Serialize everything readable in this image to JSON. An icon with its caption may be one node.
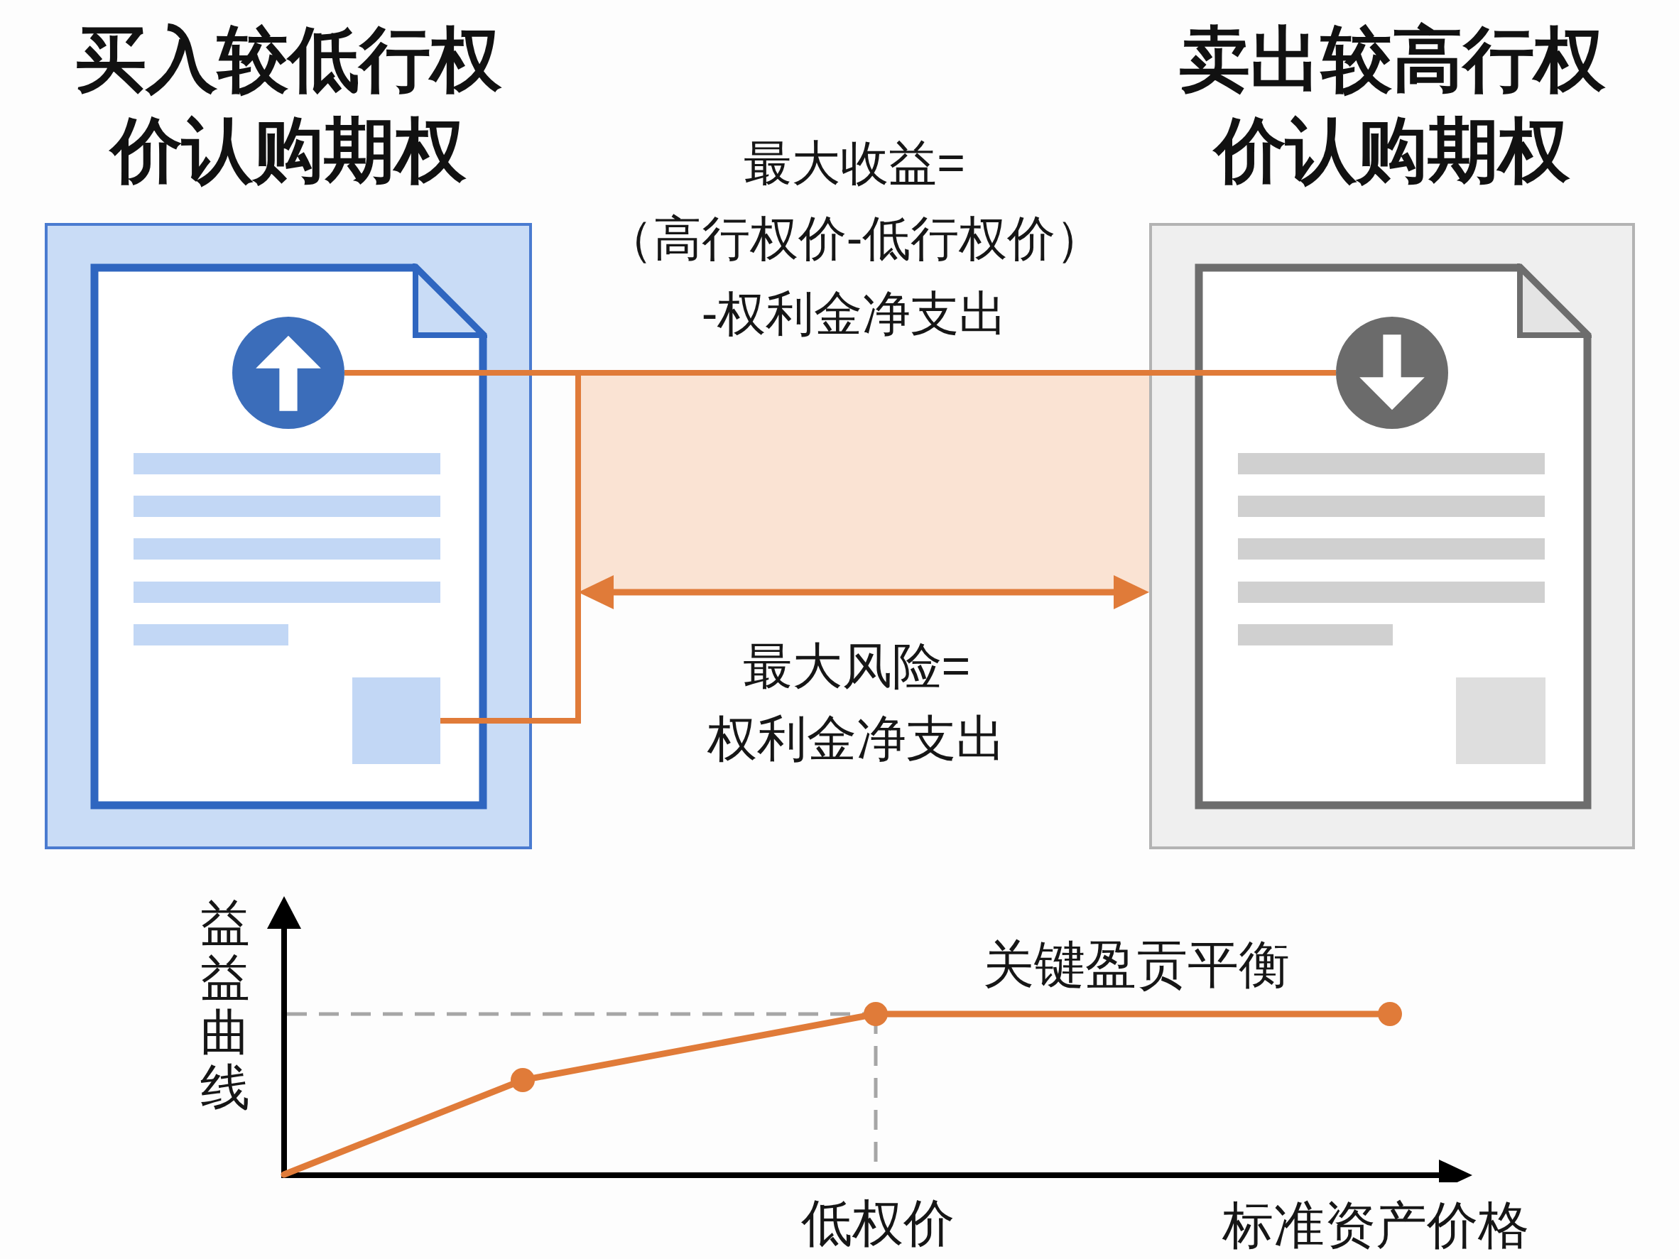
{
  "diagram": {
    "nodes": [
      {
        "text": [
          "买入较低行权价认购期权"
        ]
      },
      {
        "text": [],
        "shape": "circle",
        "in": 0
      },
      {
        "text": [],
        "shape": "box",
        "in": 0
      },
      {
        "text": [],
        "shape": "box"
      },
      {
        "text": [
          "卖出较高行权价认购期权"
        ]
      },
      {
        "text": [],
        "shape": "circle",
        "in": 4
      }
    ],
    "edges": [
      {
        "from": 1,
        "to": 5,
        "arrow": "none"
      },
      {
        "from": 2,
        "to": 5,
        "arrow": "none"
      }
    ],
    "labels": [
      "最大收益=（高行权价-低行权价）-权利金净支出",
      "最大风险=权利金净支出",
      "益益曲线",
      "关键盈贡平衡",
      "低权价",
      "标准资产价格"
    ]
  }
}
